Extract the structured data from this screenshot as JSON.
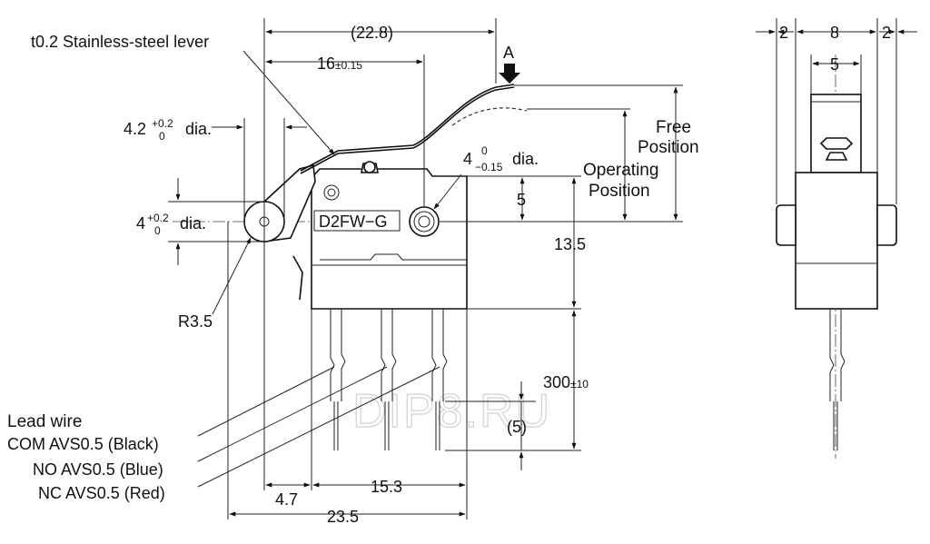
{
  "labels": {
    "lever": "t0.2 Stainless-steel lever",
    "overall_length": "(22.8)",
    "lever_span": "16",
    "lever_span_tol": "±0.15",
    "actuation_mark": "A",
    "hole_left": "4.2",
    "hole_left_tol_top": "+0.2",
    "hole_left_tol_bottom": "0",
    "hole_left_suffix": "dia.",
    "hole_right": "4",
    "hole_right_tol_top": "0",
    "hole_right_tol_bottom": "−0.15",
    "hole_right_suffix": "dia.",
    "roller_hole": "4",
    "roller_hole_tol_top": "+0.2",
    "roller_hole_tol_bottom": "0",
    "roller_hole_suffix": "dia.",
    "model": "D2FW−G",
    "free_position": [
      "Free",
      "Position"
    ],
    "operating_position": [
      "Operating",
      "Position"
    ],
    "dim_5_vertical": "5",
    "dim_13_5": "13.5",
    "radius": "R3.5",
    "wire_length": "300",
    "wire_length_tol": "±10",
    "strip_length": "(5)",
    "lead_wire_title": "Lead wire",
    "wires": [
      "COM AVS0.5 (Black)",
      "NO AVS0.5 (Blue)",
      "NC AVS0.5 (Red)"
    ],
    "dim_4_7": "4.7",
    "dim_15_3": "15.3",
    "dim_23_5": "23.5",
    "side_left": "2",
    "side_mid": "8",
    "side_right": "2",
    "side_inner": "5",
    "watermark": "DIP8.RU"
  }
}
